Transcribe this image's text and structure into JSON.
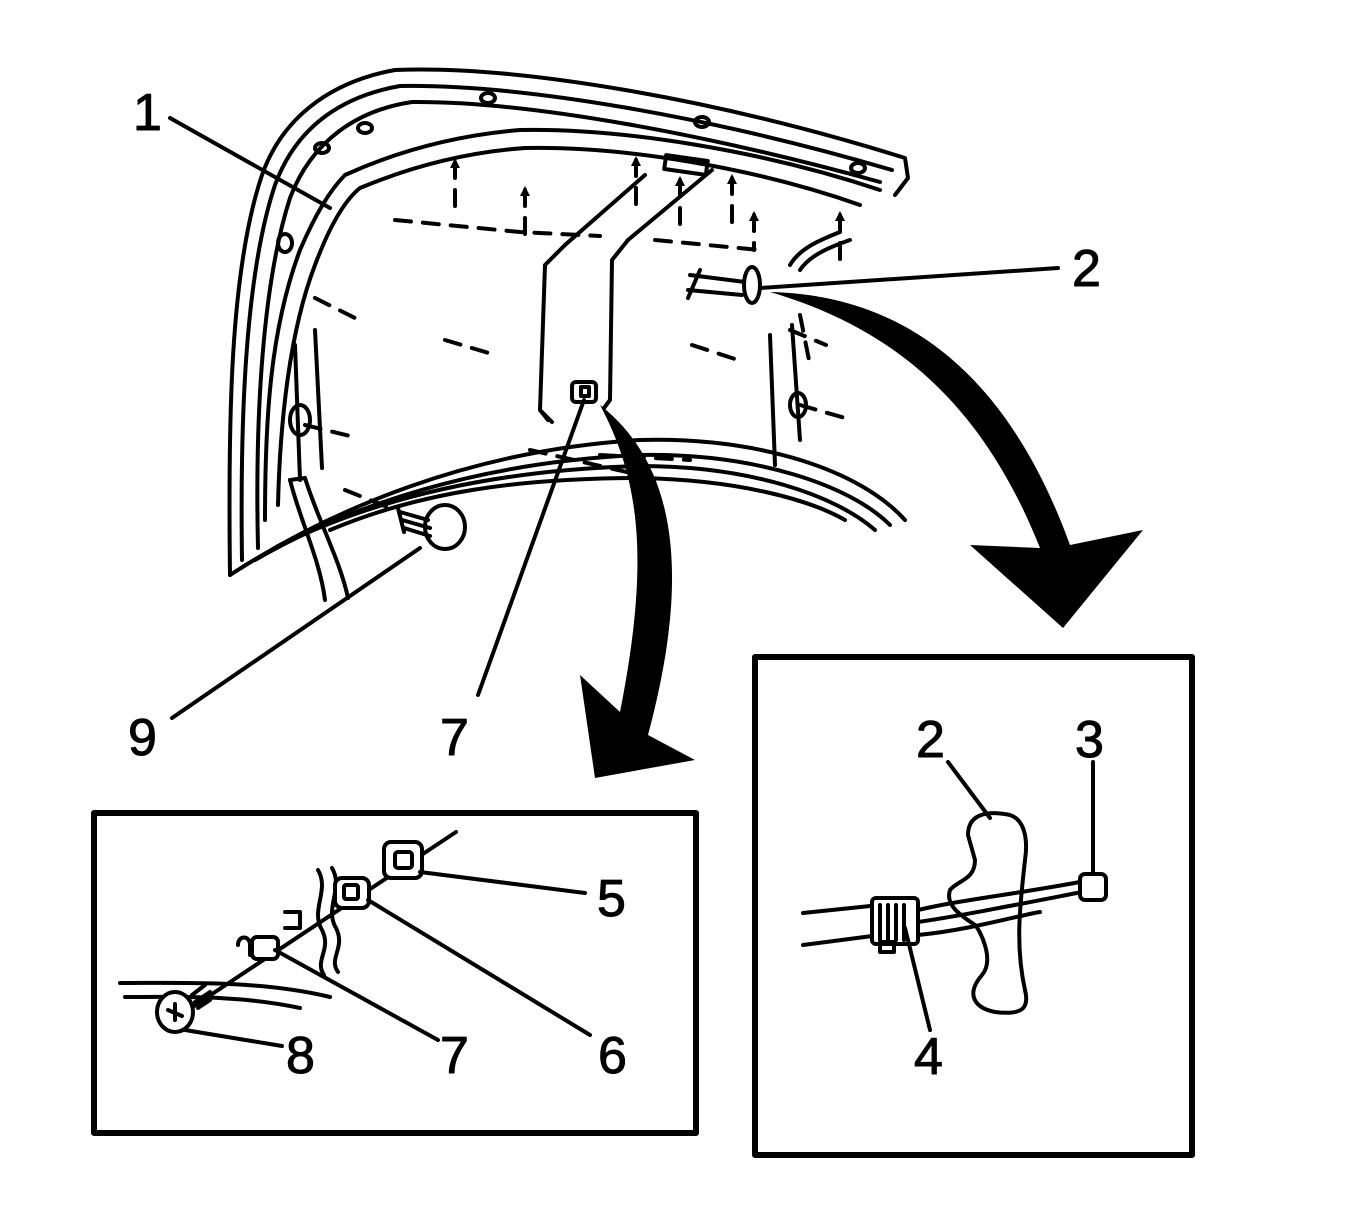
{
  "callouts": {
    "c1": "1",
    "c2": "2",
    "c9": "9",
    "c7": "7",
    "inset_left": {
      "c5": "5",
      "c6": "6",
      "c7": "7",
      "c8": "8"
    },
    "inset_right": {
      "c2": "2",
      "c3": "3",
      "c4": "4"
    }
  },
  "colors": {
    "line": "#000000",
    "background": "#ffffff"
  }
}
